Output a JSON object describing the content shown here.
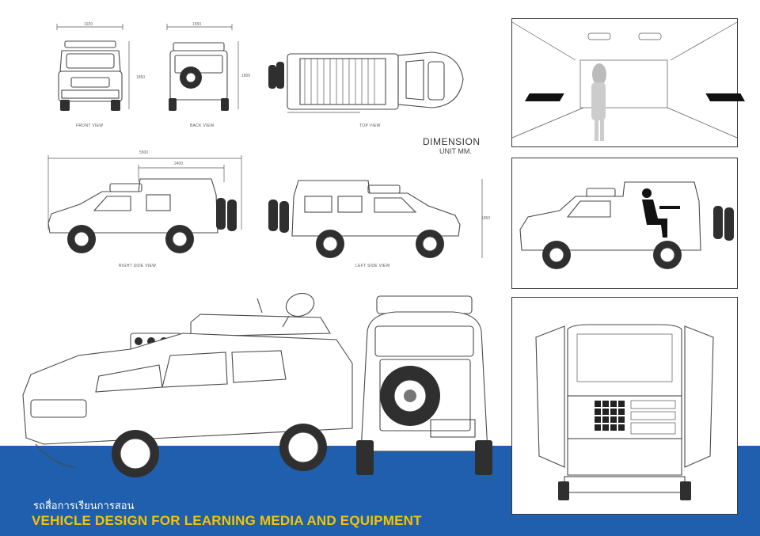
{
  "views": {
    "front": "FRONT VIEW",
    "back": "BACK VIEW",
    "top": "TOP VIEW",
    "right_side": "RIGHT SIDE VIEW",
    "left_side": "LEFT SIDE VIEW"
  },
  "dimensions": {
    "title": "DIMENSION",
    "unit": "UNIT MM.",
    "front_width": "1920",
    "front_height": "1850",
    "back_width": "1550",
    "back_height": "1800",
    "length": "5500",
    "cabin_length": "2400",
    "side_height": "1850"
  },
  "footer": {
    "thai_title": "รถสื่อการเรียนการสอน",
    "english_title": "VEHICLE DESIGN FOR LEARNING MEDIA AND EQUIPMENT"
  },
  "colors": {
    "band": "#1f5fad",
    "title": "#f5c400"
  }
}
